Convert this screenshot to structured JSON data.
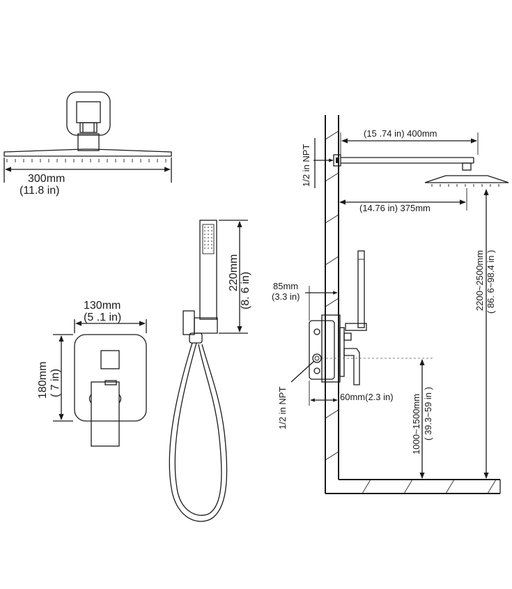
{
  "rain_head": {
    "width_mm": "300mm",
    "width_in": "(11.8  in)"
  },
  "handshower": {
    "length_mm": "220mm",
    "length_in": "(8. 6  in)"
  },
  "trim_plate": {
    "width_mm": "130mm",
    "width_in": "(5 .1 in)",
    "height_mm": "180mm",
    "height_in": "( 7  in)"
  },
  "install": {
    "arm_length": "(15 .74 in) 400mm",
    "arm_reach": "(14.76 in)  375mm",
    "top_inlet": "1/2  in NPT",
    "side_inlet": "1/2 in NPT",
    "recess_mm": "85mm",
    "recess_in": "(3.3 in)",
    "valve_depth": "60mm(2.3 in)",
    "head_height_mm": "2200~2500mm",
    "head_height_in": "( 86. 6~98.4  in )",
    "valve_height_mm": "1000~1500mm",
    "valve_height_in": "( 39.3~59  in )"
  }
}
